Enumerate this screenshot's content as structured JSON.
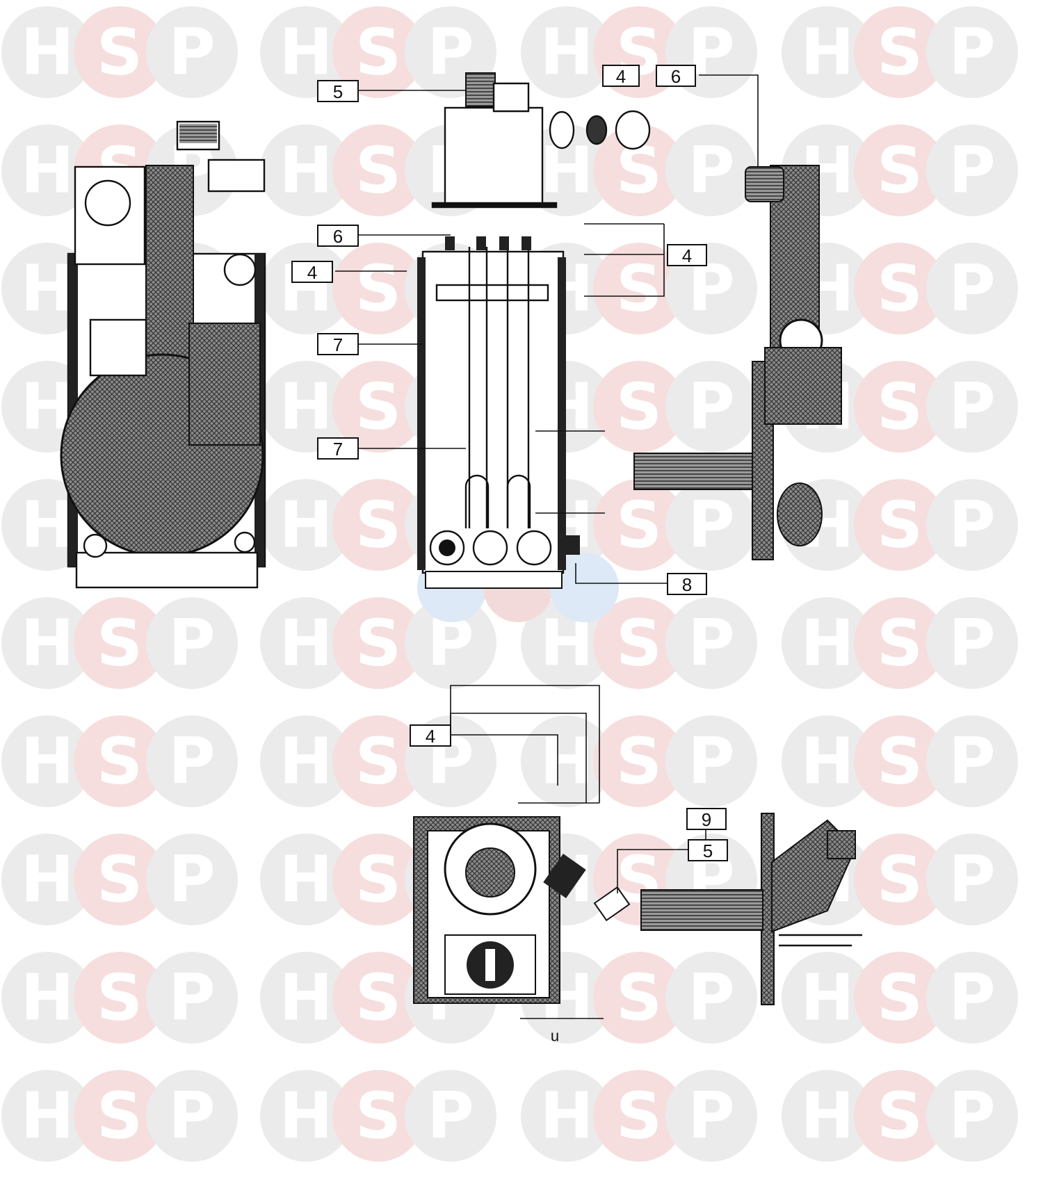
{
  "watermark": {
    "letters": [
      "H",
      "S",
      "P"
    ],
    "colors": {
      "H": "#ebebeb",
      "S": "#f6dede",
      "P": "#ebebeb"
    },
    "accent_colors": {
      "H": "#dde9f6",
      "S": "#f3dada",
      "P": "#dde9f6"
    }
  },
  "callouts": [
    {
      "id": "c5-top",
      "text": "5"
    },
    {
      "id": "c4-top",
      "text": "4"
    },
    {
      "id": "c6-top",
      "text": "6"
    },
    {
      "id": "c6-mid",
      "text": "6"
    },
    {
      "id": "c4-left",
      "text": "4"
    },
    {
      "id": "c4-right",
      "text": "4"
    },
    {
      "id": "c7-upper",
      "text": "7"
    },
    {
      "id": "c7-lower",
      "text": "7"
    },
    {
      "id": "c8",
      "text": "8"
    },
    {
      "id": "c4-bottom",
      "text": "4"
    },
    {
      "id": "c9",
      "text": "9"
    },
    {
      "id": "c5-bottom",
      "text": "5"
    }
  ],
  "marks": {
    "u_symbol": "u"
  },
  "colors": {
    "line": "#111111",
    "hatch": "#6d6d6d",
    "paper": "#ffffff"
  }
}
